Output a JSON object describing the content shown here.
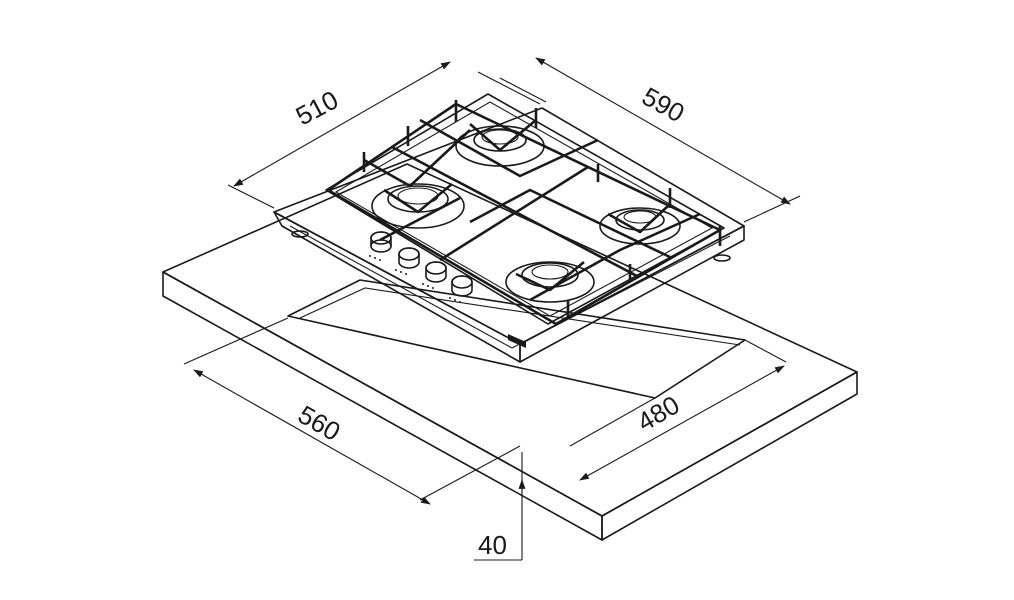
{
  "dimensions": {
    "hob_depth": "510",
    "hob_width": "590",
    "cutout_width": "560",
    "cutout_depth": "480",
    "worktop_thickness": "40"
  }
}
